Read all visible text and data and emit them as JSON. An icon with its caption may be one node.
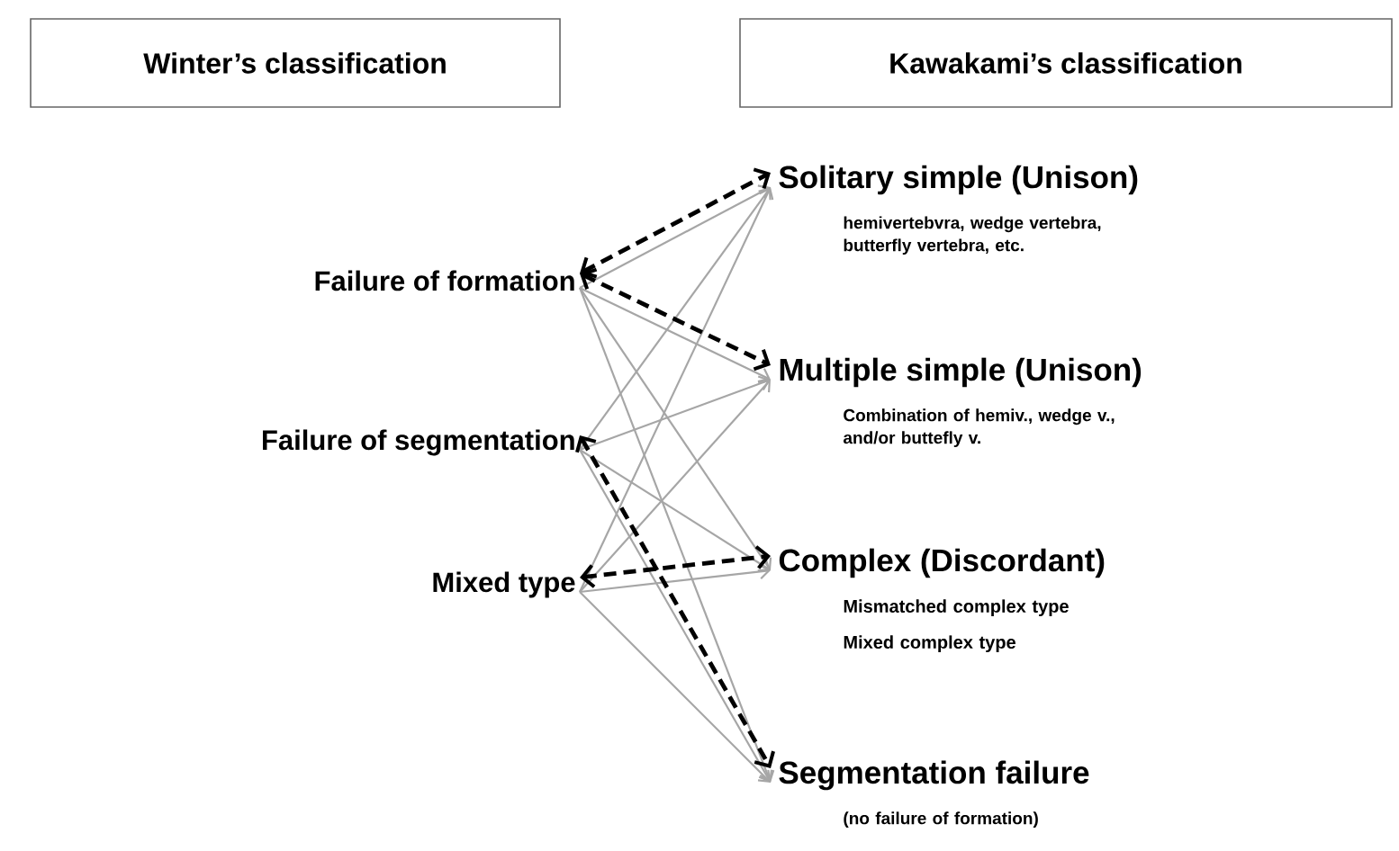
{
  "diagram": {
    "nodes": [
      {
        "text": [
          "Winter’s classification"
        ]
      },
      {
        "text": [
          "Kawakami’s classification"
        ]
      },
      {
        "text": [
          "Failure of formation"
        ]
      },
      {
        "text": [
          "Failure of segmentation"
        ]
      },
      {
        "text": [
          "Mixed type"
        ]
      },
      {
        "text": [
          "Solitary simple (Unison)",
          "hemivertebvra, wedge vertebra, butterfly vertebra, etc."
        ]
      },
      {
        "text": [
          "Multiple simple (Unison)",
          "Combination of hemiv., wedge v., and/or buttefly v."
        ]
      },
      {
        "text": [
          "Complex (Discordant)",
          "Mismatched complex type",
          "Mixed complex type"
        ]
      },
      {
        "text": [
          "Segmentation failure",
          "(no failure of formation)"
        ]
      }
    ],
    "edges": [
      {
        "from": 2,
        "to": 5,
        "arrow": "to"
      },
      {
        "from": 2,
        "to": 6,
        "arrow": "to"
      },
      {
        "from": 2,
        "to": 7,
        "arrow": "to"
      },
      {
        "from": 2,
        "to": 8,
        "arrow": "to"
      },
      {
        "from": 3,
        "to": 5,
        "arrow": "to"
      },
      {
        "from": 3,
        "to": 6,
        "arrow": "to"
      },
      {
        "from": 3,
        "to": 7,
        "arrow": "to"
      },
      {
        "from": 3,
        "to": 8,
        "arrow": "to"
      },
      {
        "from": 4,
        "to": 5,
        "arrow": "to"
      },
      {
        "from": 4,
        "to": 6,
        "arrow": "to"
      },
      {
        "from": 4,
        "to": 7,
        "arrow": "to"
      },
      {
        "from": 4,
        "to": 8,
        "arrow": "to"
      },
      {
        "from": 2,
        "to": 5,
        "arrow": "both",
        "style": "dashed",
        "color": "#000000"
      },
      {
        "from": 2,
        "to": 6,
        "arrow": "both",
        "style": "dashed",
        "color": "#000000"
      },
      {
        "from": 3,
        "to": 8,
        "arrow": "both",
        "style": "dashed",
        "color": "#000000"
      },
      {
        "from": 4,
        "to": 7,
        "arrow": "both",
        "style": "dashed",
        "color": "#000000"
      }
    ]
  }
}
